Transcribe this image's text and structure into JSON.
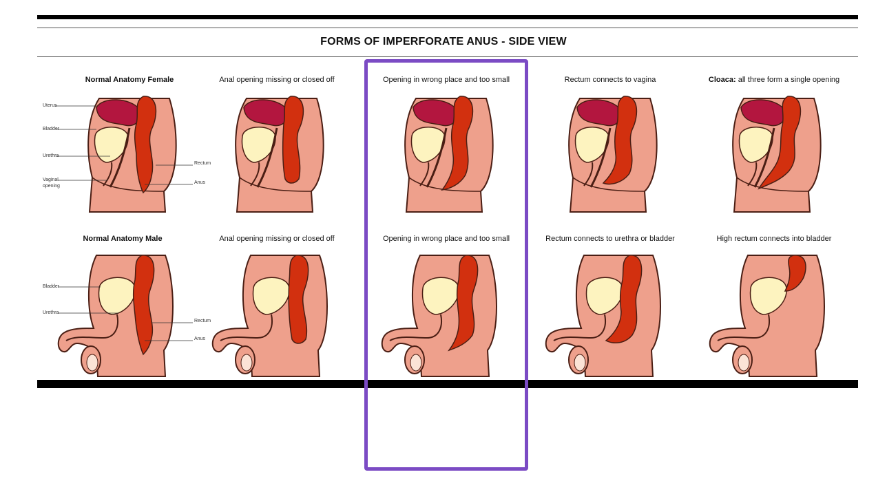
{
  "title": "FORMS OF IMPERFORATE ANUS - SIDE VIEW",
  "colors": {
    "skin": "#eea08c",
    "outline": "#4a1e14",
    "uterus": "#b3163f",
    "bladder": "#fdf3bf",
    "rectum": "#d2300f",
    "highlight": "#7b4bc4"
  },
  "female_row": [
    {
      "caption": "Normal Anatomy Female",
      "variant": "normal"
    },
    {
      "caption": "Anal opening missing or closed off",
      "variant": "missing"
    },
    {
      "caption": "Opening in wrong place and too small",
      "variant": "wrong"
    },
    {
      "caption": "Rectum connects to vagina",
      "variant": "vagina"
    },
    {
      "caption_bold": "Cloaca:",
      "caption": " all three form a single opening",
      "variant": "cloaca"
    }
  ],
  "male_row": [
    {
      "caption": "Normal Anatomy Male",
      "variant": "normal"
    },
    {
      "caption": "Anal opening missing or closed off",
      "variant": "missing"
    },
    {
      "caption": "Opening in wrong place and too small",
      "variant": "wrong"
    },
    {
      "caption": "Rectum connects to urethra or bladder",
      "variant": "urethra"
    },
    {
      "caption": "High rectum connects into bladder",
      "variant": "high"
    }
  ],
  "female_labels": {
    "uterus": "Uterus",
    "bladder": "Bladder",
    "urethra": "Urethra",
    "vaginal_opening_1": "Vaginal",
    "vaginal_opening_2": "opening",
    "rectum": "Rectum",
    "anus": "Anus"
  },
  "male_labels": {
    "bladder": "Bladder",
    "urethra": "Urethra",
    "rectum": "Rectum",
    "anus": "Anus"
  }
}
